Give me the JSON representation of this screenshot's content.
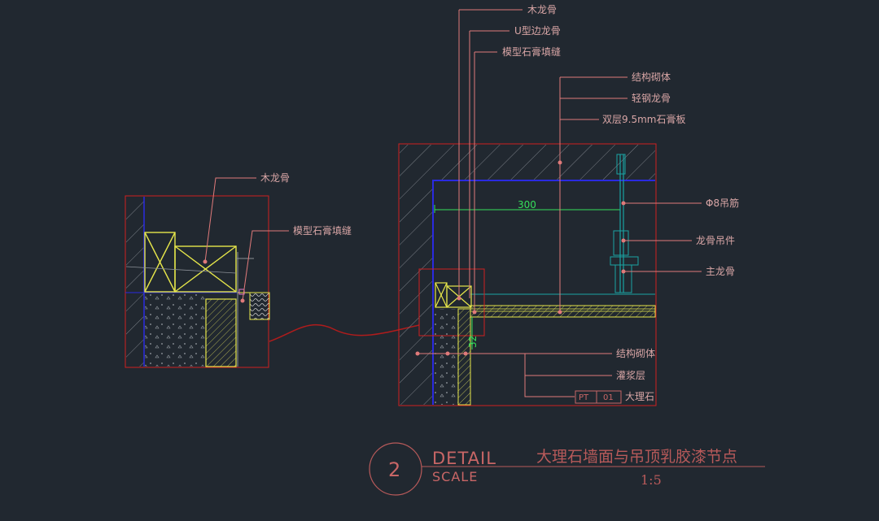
{
  "labels": {
    "top": [
      "木龙骨",
      "U型边龙骨",
      "模型石膏填缝"
    ],
    "right_upper": [
      "结构砌体",
      "轻钢龙骨",
      "双层9.5mm石膏板"
    ],
    "right_hanger": [
      "Φ8吊筋",
      "龙骨吊件",
      "主龙骨"
    ],
    "bottom": [
      "结构砌体",
      "灌浆层",
      "大理石"
    ],
    "detail_left": [
      "木龙骨",
      "模型石膏填缝"
    ]
  },
  "dimension": "300",
  "dimension_small": "32",
  "material_tag": {
    "code": "PT",
    "num": "01"
  },
  "title_block": {
    "number": "2",
    "detail": "DETAIL",
    "scale": "SCALE",
    "title_cn": "大理石墙面与吊顶乳胶漆节点",
    "ratio": "1:5"
  },
  "colors": {
    "background": "#212830",
    "red": "#d02020",
    "blue": "#2a2ae0",
    "yellow": "#e6e64a",
    "cyan": "#1aa3a3",
    "leader": "#e07a7a",
    "green": "#35e05a",
    "dark_red_curve": "#b01c1c"
  }
}
